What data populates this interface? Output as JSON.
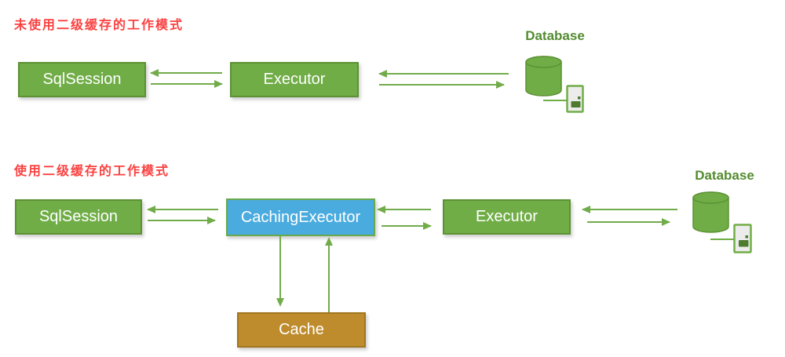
{
  "colors": {
    "green_fill": "#70AD47",
    "green_border": "#5C9134",
    "arrow": "#72AC4A",
    "blue_fill": "#4AABDF",
    "blue_border": "#68A84E",
    "gold_fill": "#BF8C2D",
    "gold_border": "#A1761F",
    "title_red": "#FB4141",
    "db_label_green": "#538C30",
    "box_text": "#FFFFFF"
  },
  "sections": [
    {
      "title": "未使用二级缓存的工作模式",
      "nodes": {
        "sqlsession": "SqlSession",
        "executor": "Executor"
      },
      "database_label": "Database"
    },
    {
      "title": "使用二级缓存的工作模式",
      "nodes": {
        "sqlsession": "SqlSession",
        "cachingexecutor": "CachingExecutor",
        "executor": "Executor",
        "cache": "Cache"
      },
      "database_label": "Database"
    }
  ],
  "icons": {
    "database": "database-cylinder-icon",
    "server": "server-icon"
  }
}
